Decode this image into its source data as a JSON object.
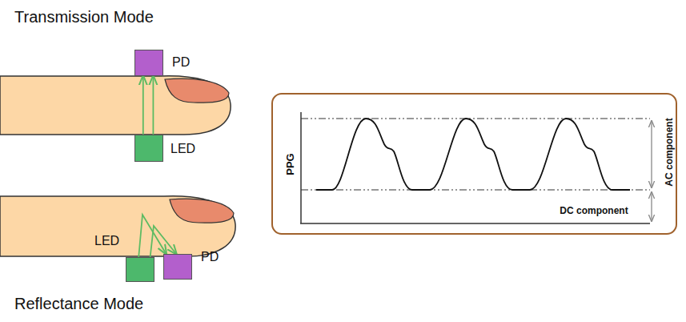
{
  "diagram": {
    "nodes": [
      {
        "text": [
          "PD"
        ]
      },
      {
        "text": [
          "LED"
        ]
      },
      {
        "text": [
          "LED"
        ]
      },
      {
        "text": [
          "PD"
        ]
      }
    ],
    "edges": [
      {
        "from": 1,
        "to": 0,
        "arrow": "to"
      },
      {
        "from": 1,
        "to": 0,
        "arrow": "to"
      },
      {
        "from": 2,
        "to": 3,
        "arrow": "to"
      },
      {
        "from": 2,
        "to": 3,
        "arrow": "to"
      }
    ],
    "labels": [
      "Transmission Mode",
      "Reflectance Mode",
      "PPG",
      "AC component",
      "DC component"
    ]
  }
}
